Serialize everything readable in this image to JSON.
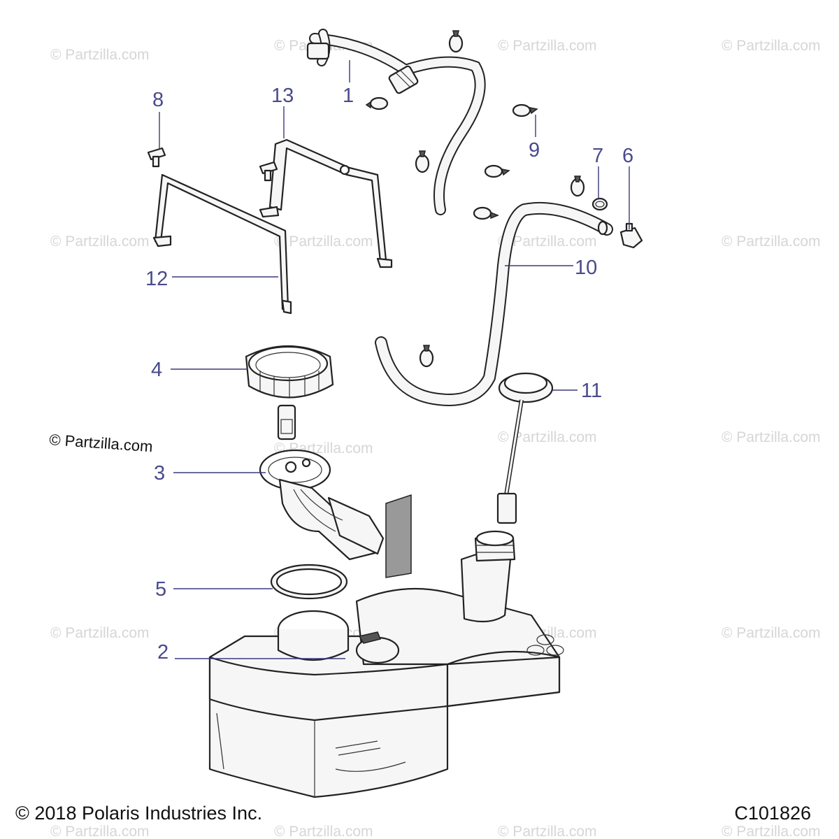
{
  "watermark": "© Partzilla.com",
  "prominent_watermark": "© Partzilla.com",
  "footer": {
    "copyright": "© 2018 Polaris Industries Inc.",
    "diagram_code": "C101826"
  },
  "callouts": {
    "c1": "1",
    "c2": "2",
    "c3": "3",
    "c4": "4",
    "c5": "5",
    "c6": "6",
    "c7": "7",
    "c8": "8",
    "c9": "9",
    "c10": "10",
    "c11": "11",
    "c12": "12",
    "c13": "13"
  }
}
